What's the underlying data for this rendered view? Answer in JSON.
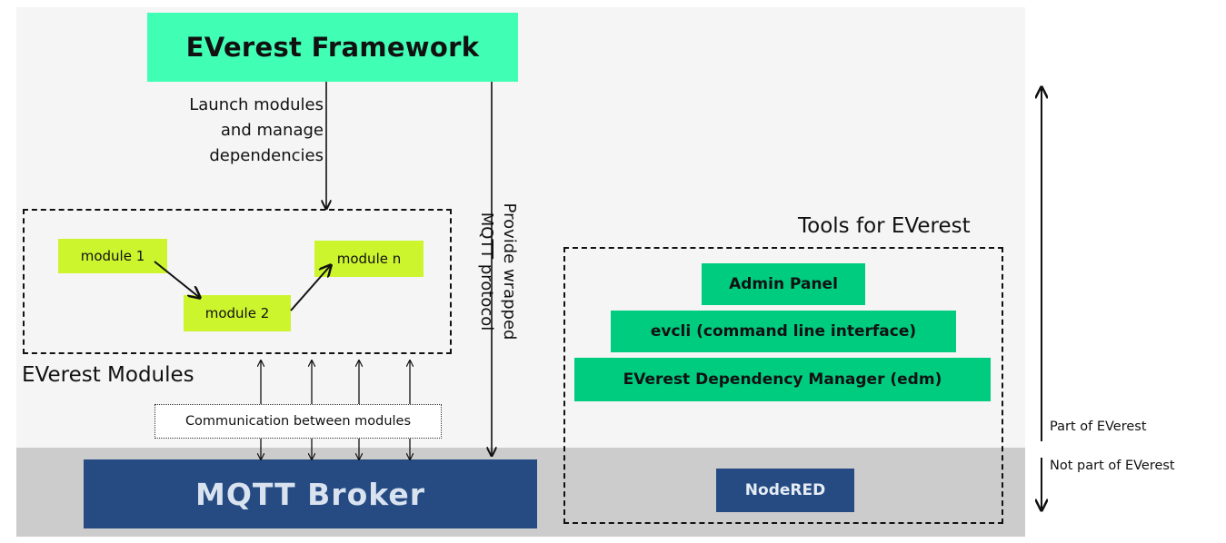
{
  "framework": {
    "label": "EVerest Framework"
  },
  "launch_label": [
    "Launch modules",
    "and manage",
    "dependencies"
  ],
  "provide_label": [
    "Provide wrapped",
    "MQTT protocol"
  ],
  "modules": {
    "title": "EVerest Modules",
    "items": [
      "module 1",
      "module 2",
      "module n"
    ]
  },
  "communication_label": "Communication between modules",
  "broker_label": "MQTT Broker",
  "tools": {
    "title": "Tools for EVerest",
    "items": [
      "Admin Panel",
      "evcli (command line interface)",
      "EVerest Dependency Manager (edm)"
    ],
    "external": "NodeRED"
  },
  "legend": {
    "part": "Part of EVerest",
    "not_part": "Not part of EVerest"
  },
  "colors": {
    "framework": "#40ffb4",
    "module": "#ccf52e",
    "tool": "#00cc80",
    "broker": "#254b82",
    "region_part": "#f5f5f5",
    "region_not_part": "#cccccc"
  }
}
